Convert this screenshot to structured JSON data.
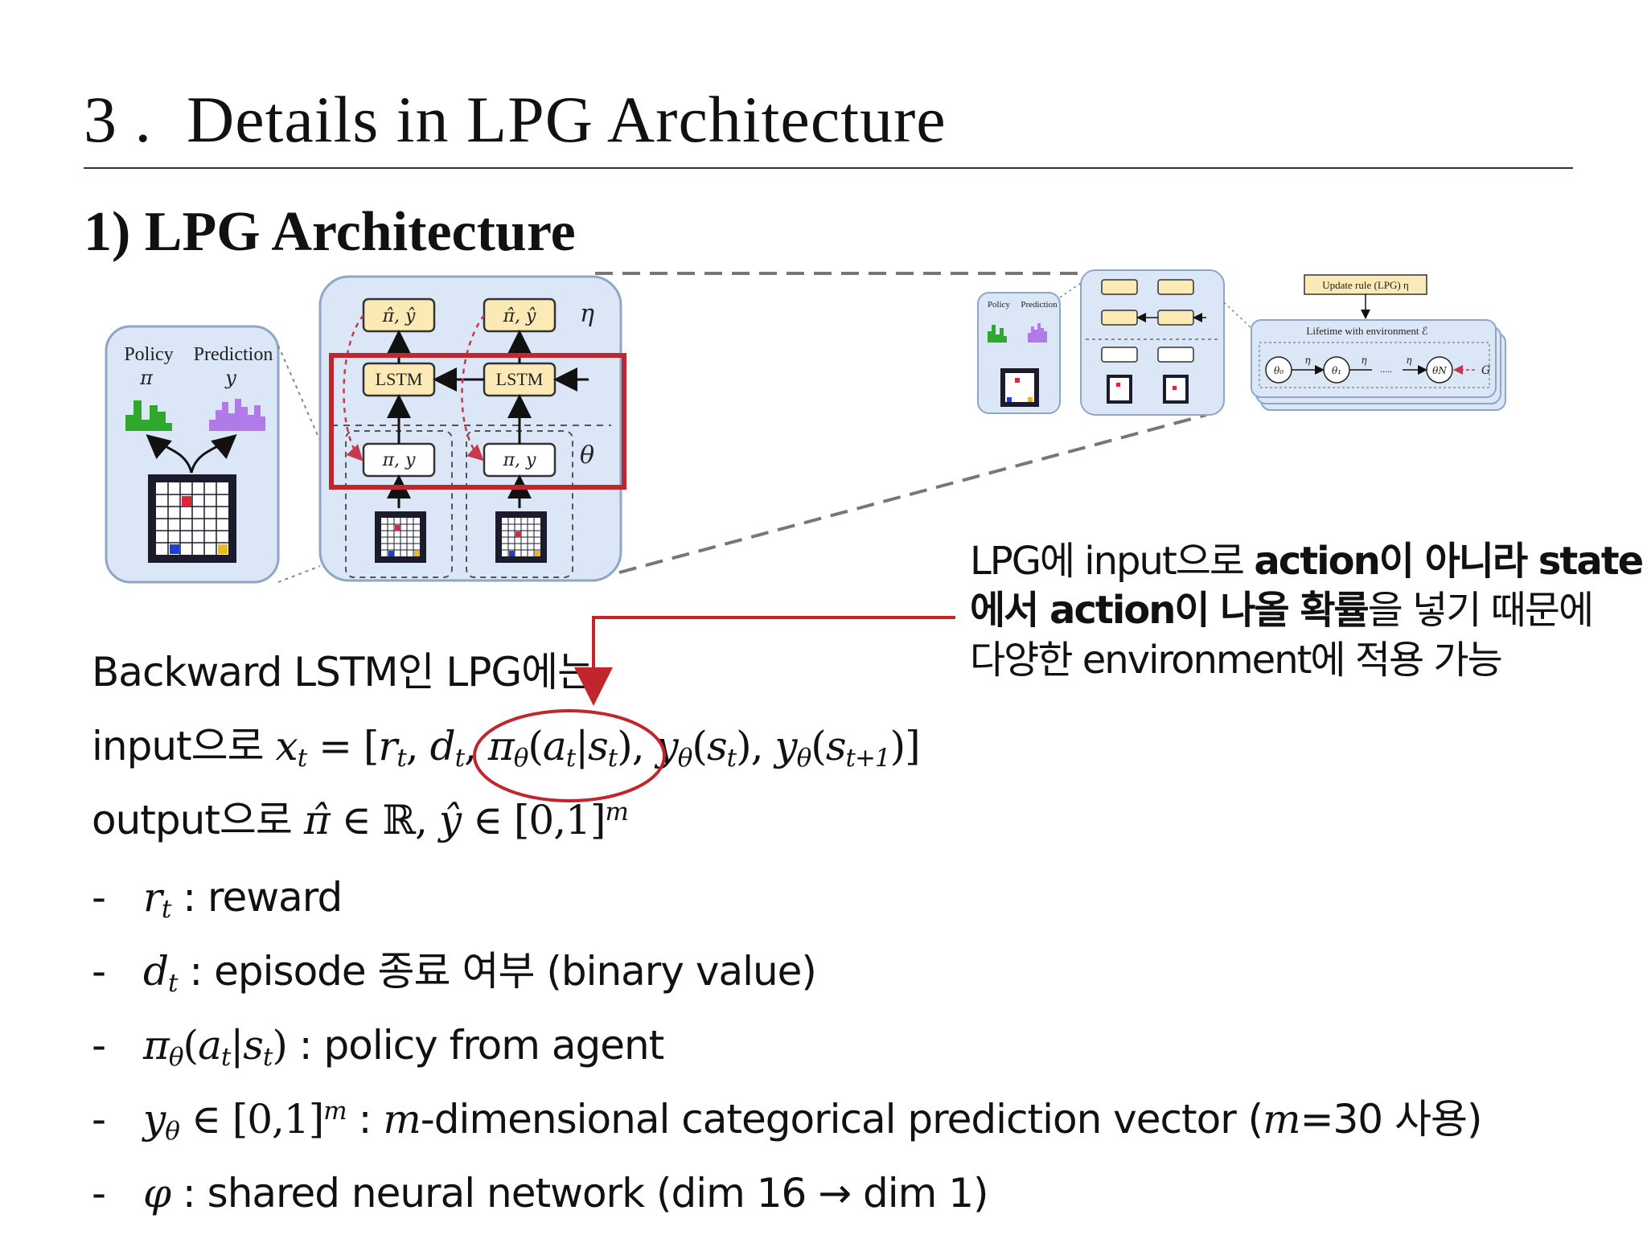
{
  "title": {
    "number": "3 .",
    "text": "Details in LPG Architecture"
  },
  "section": {
    "heading": "1) LPG Architecture"
  },
  "diagram_large": {
    "policy_label": "Policy",
    "policy_symbol": "π",
    "prediction_label": "Prediction",
    "prediction_symbol": "y",
    "output_cells": [
      "π̂, ŷ",
      "π̂, ŷ"
    ],
    "lstm_cells": [
      "LSTM",
      "LSTM"
    ],
    "input_cells": [
      "π, y",
      "π, y"
    ],
    "eta": "η",
    "theta": "θ"
  },
  "diagram_small": {
    "update_rule": "Update rule (LPG) η",
    "lifetime": "Lifetime with environment ℰ",
    "policy_label": "Policy",
    "prediction_label": "Prediction",
    "nodes": [
      "θ₀",
      "θ₁",
      "θN"
    ],
    "edge_labels": [
      "η",
      "η",
      "η"
    ],
    "g_label": "G",
    "ellipsis": "....."
  },
  "annotation": {
    "l1a": "LPG에 input으로 ",
    "l1b": "action이 아니라 state",
    "l2a": "에서 action이 나올 확률",
    "l2b": "을 넣기 때문에",
    "l3": "다양한 environment에 적용 가능"
  },
  "body": {
    "l1": "Backward LSTM인 LPG에는",
    "l2_prefix": "input으로",
    "l3_prefix": "output으로"
  },
  "bullets": {
    "dash": "-",
    "b1": ": reward",
    "b2": ": episode 종료 여부 (binary value)",
    "b3": ": policy from agent",
    "b4a": ":",
    "b4b": "-dimensional categorical prediction vector (",
    "b4c": "=30 사용)",
    "b5": ": shared neural network (dim 16 → dim 1)"
  },
  "colors": {
    "panel_fill": "#dbe6f6",
    "panel_stroke": "#8fa6c7",
    "cell_yellow": "#fbeab5",
    "highlight_red": "#c0262b",
    "bar_green": "#2fa82b",
    "bar_purple": "#b07be8"
  }
}
